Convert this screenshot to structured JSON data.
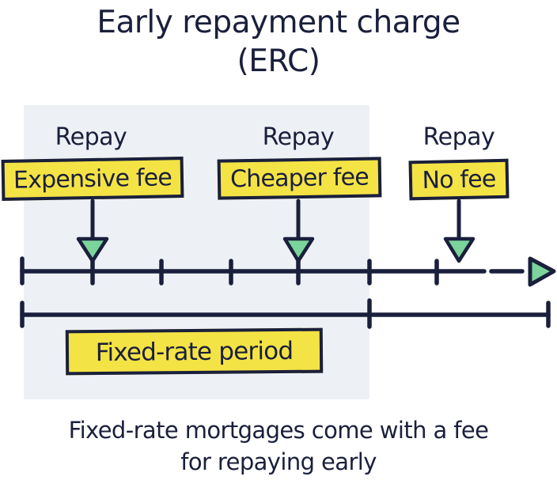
{
  "title": {
    "line1": "Early repayment charge",
    "line2": "(ERC)"
  },
  "markers": [
    {
      "label": "Repay",
      "fee": "Expensive fee",
      "arrow_icon": "down-arrow-icon"
    },
    {
      "label": "Repay",
      "fee": "Cheaper fee",
      "arrow_icon": "down-arrow-icon"
    },
    {
      "label": "Repay",
      "fee": "No fee",
      "arrow_icon": "down-arrow-icon"
    }
  ],
  "timeline": {
    "end_icon": "right-arrow-icon",
    "top_tick_count": 7,
    "bracket_tick_count": 3
  },
  "period_label": "Fixed-rate period",
  "caption": {
    "line1": "Fixed-rate mortgages come with a fee",
    "line2": "for repaying early"
  },
  "colors": {
    "ink": "#1a1f3c",
    "highlight_yellow": "#f4e344",
    "arrow_green": "#7bd49b",
    "shaded_region": "#edf1f6",
    "background": "#ffffff"
  }
}
